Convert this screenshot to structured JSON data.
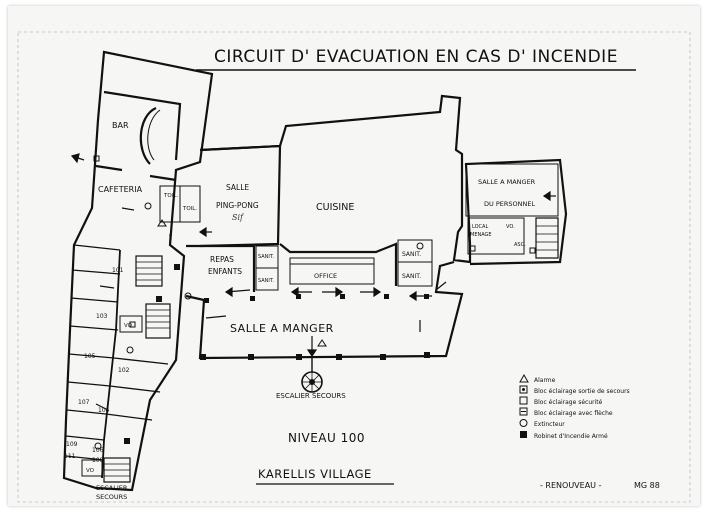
{
  "title": "CIRCUIT D' EVACUATION EN CAS D' INCENDIE",
  "level": "NIVEAU 100",
  "site": "KARELLIS VILLAGE",
  "signature": "- RENOUVEAU -",
  "ref": "MG 88",
  "rooms": {
    "bar": "BAR",
    "cafeteria": "CAFETERIA",
    "toil1": "TOIL.",
    "toil2": "TOIL.",
    "salle": "SALLE",
    "ping_pong": "PING-PONG",
    "cuisine": "CUISINE",
    "salle_a_manger_personnel_1": "SALLE A MANGER",
    "salle_a_manger_personnel_2": "DU PERSONNEL",
    "local": "LOCAL",
    "menage": "MENAGE",
    "vo1": "VO.",
    "asc": "ASC.",
    "repas": "REPAS",
    "enfants": "ENFANTS",
    "sanit1": "SANIT.",
    "sanit2": "SANIT.",
    "sanit3": "SANIT.",
    "sanit4": "SANIT.",
    "office": "OFFICE",
    "salle_a_manger": "SALLE A MANGER",
    "escalier_secours": "ESCALIER SECOURS",
    "escalier": "ESCALIER",
    "secours": "SECOURS",
    "vo2": "VO",
    "vo3": "VO"
  },
  "room_numbers": [
    "101",
    "103",
    "102",
    "105",
    "104",
    "107",
    "106",
    "109",
    "108",
    "111"
  ],
  "legend": [
    {
      "symbol": "triangle",
      "label": "Alarme"
    },
    {
      "symbol": "square-dot",
      "label": "Bloc éclairage sortie de secours"
    },
    {
      "symbol": "square",
      "label": "Bloc éclairage sécurité"
    },
    {
      "symbol": "square-arrow",
      "label": "Bloc éclairage avec flèche"
    },
    {
      "symbol": "circle",
      "label": "Extincteur"
    },
    {
      "symbol": "filled-square",
      "label": "Robinet d'Incendie Armé"
    }
  ],
  "annotation": "Sif"
}
